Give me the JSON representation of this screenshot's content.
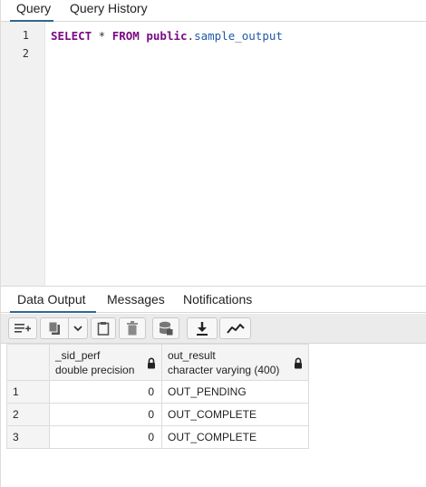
{
  "query_tabs": [
    {
      "label": "Query",
      "active": true
    },
    {
      "label": "Query History",
      "active": false
    }
  ],
  "editor": {
    "line_numbers": [
      "1",
      "2"
    ],
    "code": {
      "kw_select": "SELECT",
      "star": " * ",
      "kw_from": "FROM",
      "space": " ",
      "schema": "public",
      "dot": ".",
      "table": "sample_output"
    }
  },
  "output_tabs": [
    {
      "label": "Data Output",
      "active": true
    },
    {
      "label": "Messages",
      "active": false
    },
    {
      "label": "Notifications",
      "active": false
    }
  ],
  "toolbar": {
    "buttons": [
      {
        "icon": "add-row-icon"
      },
      {
        "icon": "copy-icon"
      },
      {
        "icon": "chevron-down-icon"
      },
      {
        "icon": "paste-icon"
      },
      {
        "icon": "delete-icon"
      },
      {
        "icon": "save-data-icon"
      },
      {
        "icon": "download-icon"
      },
      {
        "icon": "graph-icon"
      }
    ]
  },
  "grid": {
    "columns": [
      {
        "name": "_sid_perf",
        "type": "double precision",
        "locked": true
      },
      {
        "name": "out_result",
        "type": "character varying (400)",
        "locked": true
      }
    ],
    "rows": [
      {
        "num": "1",
        "values": [
          "0",
          "OUT_PENDING"
        ]
      },
      {
        "num": "2",
        "values": [
          "0",
          "OUT_COMPLETE"
        ]
      },
      {
        "num": "3",
        "values": [
          "0",
          "OUT_COMPLETE"
        ]
      }
    ]
  },
  "colors": {
    "active_tab_underline": "#326690",
    "keyword": "#7a0a86",
    "identifier": "#1f5aa8"
  }
}
